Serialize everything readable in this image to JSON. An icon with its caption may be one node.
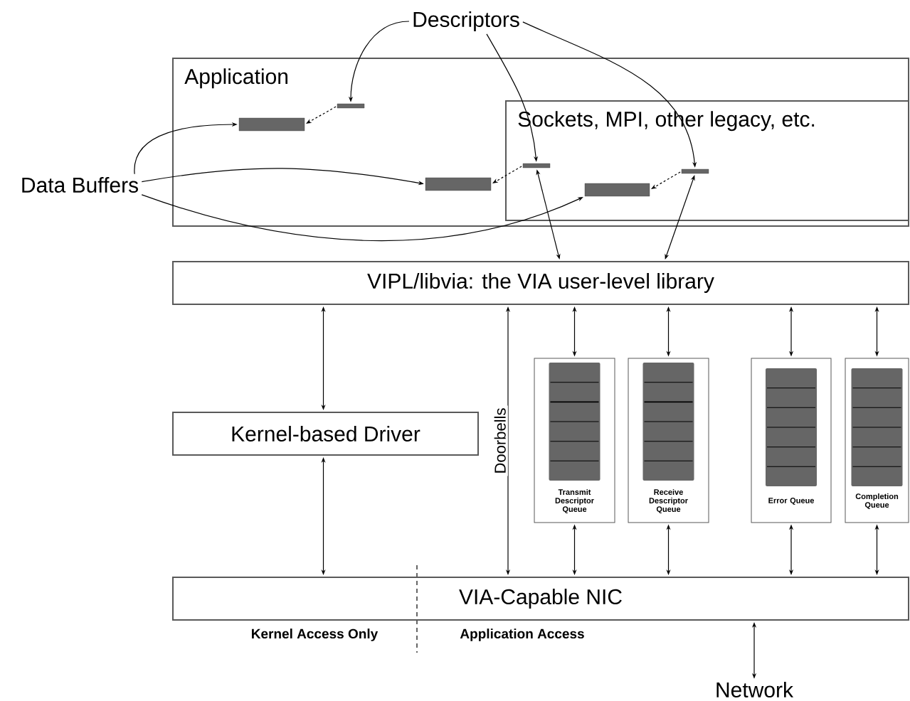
{
  "diagram": {
    "nodes": [
      {
        "text": [
          "Application"
        ]
      },
      {
        "text": [
          "Sockets, MPI, other legacy, etc."
        ],
        "in": 0
      },
      {
        "text": [
          "Descriptors"
        ]
      },
      {
        "text": [
          "Data Buffers"
        ]
      },
      {
        "text": [],
        "shape": "bar",
        "in": 0
      },
      {
        "text": [],
        "shape": "bar",
        "in": 0
      },
      {
        "text": [],
        "shape": "bar",
        "in": 1
      },
      {
        "text": [],
        "shape": "bar",
        "in": 0
      },
      {
        "text": [],
        "shape": "bar",
        "in": 1
      },
      {
        "text": [],
        "shape": "bar",
        "in": 1
      },
      {
        "text": [
          "VIPL/libvia: the VIA user-level library"
        ]
      },
      {
        "text": [
          "Kernel-based Driver"
        ]
      },
      {
        "text": [
          "Transmit Descriptor Queue"
        ]
      },
      {
        "text": [
          "Receive Descriptor Queue"
        ]
      },
      {
        "text": [
          "Error Queue"
        ]
      },
      {
        "text": [
          "Completion Queue"
        ]
      },
      {
        "text": [
          "VIA-Capable NIC"
        ]
      },
      {
        "text": [
          "Network"
        ]
      }
    ],
    "edges": [
      {
        "from": 2,
        "to": 7,
        "arrow": "to"
      },
      {
        "from": 2,
        "to": 8,
        "arrow": "to"
      },
      {
        "from": 2,
        "to": 9,
        "arrow": "to"
      },
      {
        "from": 3,
        "to": 4,
        "arrow": "to"
      },
      {
        "from": 3,
        "to": 5,
        "arrow": "to"
      },
      {
        "from": 3,
        "to": 6,
        "arrow": "to"
      },
      {
        "from": 7,
        "to": 4,
        "arrow": "to",
        "style": "dashed"
      },
      {
        "from": 8,
        "to": 5,
        "arrow": "to",
        "style": "dashed"
      },
      {
        "from": 9,
        "to": 6,
        "arrow": "to",
        "style": "dashed"
      },
      {
        "from": 8,
        "to": 10,
        "arrow": "both"
      },
      {
        "from": 9,
        "to": 10,
        "arrow": "both"
      },
      {
        "from": 10,
        "to": 11,
        "arrow": "both"
      },
      {
        "from": 11,
        "to": 16,
        "arrow": "both"
      },
      {
        "from": 10,
        "to": 16,
        "arrow": "both",
        "label": "Doorbells"
      },
      {
        "from": 10,
        "to": 12,
        "arrow": "both"
      },
      {
        "from": 10,
        "to": 13,
        "arrow": "both"
      },
      {
        "from": 10,
        "to": 14,
        "arrow": "both"
      },
      {
        "from": 10,
        "to": 15,
        "arrow": "both"
      },
      {
        "from": 12,
        "to": 16,
        "arrow": "both"
      },
      {
        "from": 13,
        "to": 16,
        "arrow": "both"
      },
      {
        "from": 14,
        "to": 16,
        "arrow": "both"
      },
      {
        "from": 15,
        "to": 16,
        "arrow": "both"
      },
      {
        "from": 16,
        "to": 17,
        "arrow": "both"
      }
    ],
    "labels": [
      "Kernel Access Only",
      "Application Access"
    ]
  }
}
